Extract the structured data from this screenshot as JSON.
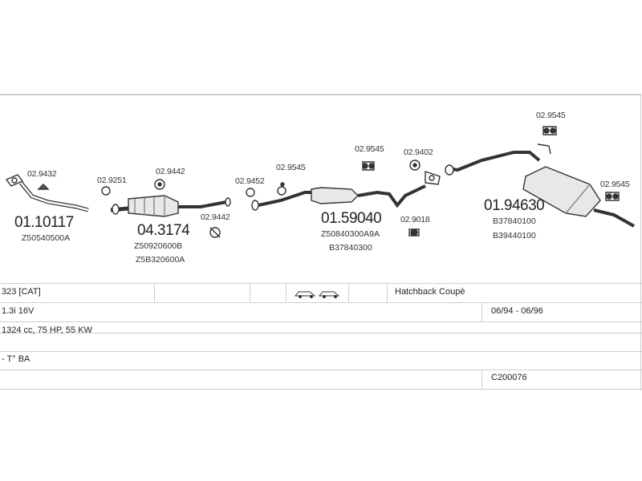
{
  "parts": {
    "p1": {
      "small": "02.9432",
      "number": "01.10117",
      "oe": "Z50540500A"
    },
    "p2": {
      "small1": "02.9251",
      "small2": "02.9442",
      "number": "04.3174",
      "oe1": "Z50920600B",
      "oe2": "Z5B320600A",
      "small3": "02.9442"
    },
    "p3": {
      "small1": "02.9452",
      "small2": "02.9545",
      "number": "01.59040",
      "oe1": "Z50840300A9A",
      "oe2": "B37840300"
    },
    "p4": {
      "small1": "02.9545",
      "small2": "02.9402",
      "small3": "02.9018"
    },
    "p5": {
      "small1": "02.9545",
      "number": "01.94630",
      "oe1": "B37840100",
      "oe2": "B39440100",
      "small2": "02.9545"
    }
  },
  "table": {
    "model": "323  [CAT]",
    "body_style": "Hatchback Coupè",
    "engine": "1.3i 16V",
    "years": "06/94 - 06/96",
    "spec": "1324 cc, 75 HP, 55 KW",
    "note": "- T° BA",
    "code": "C200076"
  }
}
